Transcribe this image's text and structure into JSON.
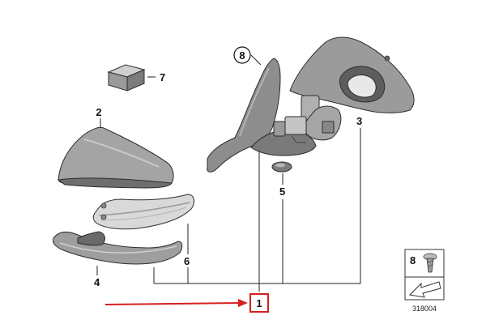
{
  "callouts": {
    "c1": "1",
    "c2": "2",
    "c3": "3",
    "c4": "4",
    "c5": "5",
    "c6": "6",
    "c7": "7",
    "c8": "8",
    "c8_box": "8"
  },
  "diagram_number": "318004",
  "colors": {
    "arrow": "#d42020",
    "part_fill": "#8c8c8c",
    "part_dark": "#5f5f5f",
    "part_light": "#bdbdbd"
  }
}
